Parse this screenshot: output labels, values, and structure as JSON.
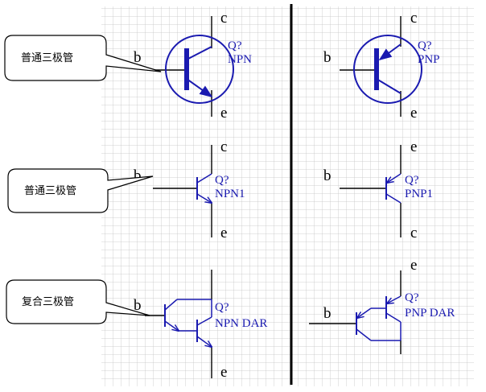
{
  "callouts": [
    {
      "label": "普通三极管"
    },
    {
      "label": "普通三极管"
    },
    {
      "label": "复合三极管"
    }
  ],
  "components": {
    "npn": {
      "ref": "Q?",
      "name": "NPN",
      "pins": [
        "b",
        "c",
        "e"
      ]
    },
    "pnp": {
      "ref": "Q?",
      "name": "PNP",
      "pins": [
        "b",
        "c",
        "e"
      ]
    },
    "npn1": {
      "ref": "Q?",
      "name": "NPN1",
      "pins": [
        "b",
        "c",
        "e"
      ]
    },
    "pnp1": {
      "ref": "Q?",
      "name": "PNP1",
      "pins": [
        "b",
        "e",
        "c"
      ]
    },
    "npn_dar": {
      "ref": "Q?",
      "name": "NPN DAR",
      "pins": [
        "b",
        "e"
      ]
    },
    "pnp_dar": {
      "ref": "Q?",
      "name": "PNP DAR",
      "pins": [
        "b",
        "e"
      ]
    }
  },
  "colors": {
    "symbol": "#1a1ab0",
    "grid": "#c4c4c4",
    "divider": "#000000"
  }
}
